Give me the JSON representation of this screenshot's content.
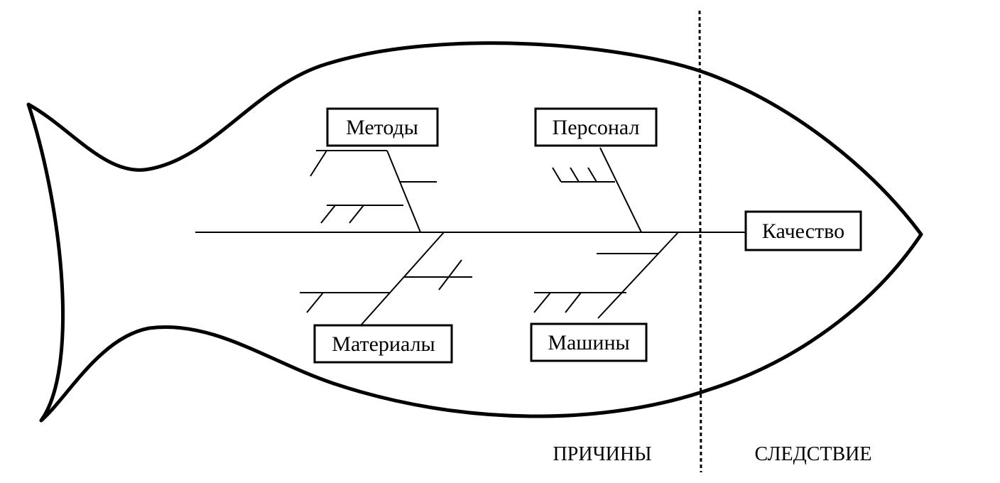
{
  "causes": {
    "methods": "Методы",
    "personnel": "Персонал",
    "materials": "Материалы",
    "machines": "Машины"
  },
  "effect": "Качество",
  "sections": {
    "causes_label": "ПРИЧИНЫ",
    "effect_label": "СЛЕДСТВИЕ"
  },
  "colors": {
    "line": "#000000",
    "background": "#ffffff"
  }
}
